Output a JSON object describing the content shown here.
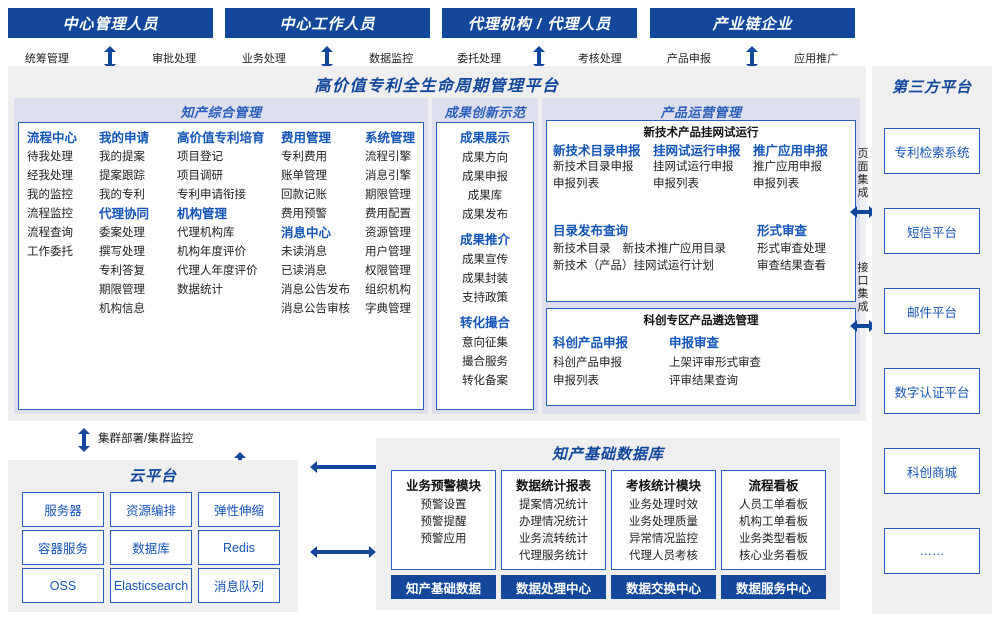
{
  "colors": {
    "brand_dark_blue": "#12479b",
    "accent_blue": "#2a5fba",
    "heading_blue": "#1455b8",
    "panel_gray": "#efefef",
    "section_header": "#dddeee"
  },
  "roles": [
    {
      "title": "中心管理人员",
      "left_action": "统筹管理",
      "right_action": "审批处理"
    },
    {
      "title": "中心工作人员",
      "left_action": "业务处理",
      "right_action": "数据监控"
    },
    {
      "title": "代理机构 / 代理人员",
      "left_action": "委托处理",
      "right_action": "考核处理"
    },
    {
      "title": "产业链企业",
      "left_action": "产品申报",
      "right_action": "应用推广"
    }
  ],
  "platform": {
    "title": "高价值专利全生命周期管理平台",
    "sections": {
      "comprehensive": {
        "title": "知产综合管理",
        "columns": [
          {
            "groups": [
              {
                "head": "流程中心",
                "items": [
                  "待我处理",
                  "经我处理",
                  "我的监控",
                  "流程监控",
                  "流程查询",
                  "工作委托"
                ]
              }
            ]
          },
          {
            "groups": [
              {
                "head": "我的申请",
                "items": [
                  "我的提案",
                  "提案跟踪",
                  "我的专利"
                ]
              },
              {
                "head": "代理协同",
                "items": [
                  "委案处理",
                  "撰写处理",
                  "专利答复",
                  "期限管理",
                  "机构信息"
                ]
              }
            ]
          },
          {
            "groups": [
              {
                "head": "高价值专利培育",
                "items": [
                  "项目登记",
                  "项目调研",
                  "专利申请衔接"
                ]
              },
              {
                "head": "机构管理",
                "items": [
                  "代理机构库",
                  "机构年度评价",
                  "代理人年度评价",
                  "数据统计"
                ]
              }
            ]
          },
          {
            "groups": [
              {
                "head": "费用管理",
                "items": [
                  "专利费用",
                  "账单管理",
                  "回款记账",
                  "费用预警"
                ]
              },
              {
                "head": "消息中心",
                "items": [
                  "未读消息",
                  "已读消息",
                  "消息公告发布",
                  "消息公告审核"
                ]
              }
            ]
          },
          {
            "groups": [
              {
                "head": "系统管理",
                "items": [
                  "流程引擎",
                  "消息引擎",
                  "期限管理",
                  "费用配置",
                  "资源管理",
                  "用户管理",
                  "权限管理",
                  "组织机构",
                  "字典管理"
                ]
              }
            ]
          }
        ]
      },
      "innovation": {
        "title": "成果创新示范",
        "groups": [
          {
            "head": "成果展示",
            "items": [
              "成果方向",
              "成果申报",
              "成果库",
              "成果发布"
            ]
          },
          {
            "head": "成果推介",
            "items": [
              "成果宣传",
              "成果封装",
              "支持政策"
            ]
          },
          {
            "head": "转化撮合",
            "items": [
              "意向征集",
              "撮合服务",
              "转化备案"
            ]
          }
        ]
      },
      "product_ops": {
        "title": "产品运营管理",
        "box1": {
          "title": "新技术产品挂网试运行",
          "row1": [
            {
              "head": "新技术目录申报",
              "items": [
                "新技术目录申报",
                "申报列表"
              ]
            },
            {
              "head": "挂网试运行申报",
              "items": [
                "挂网试运行申报",
                "申报列表"
              ]
            },
            {
              "head": "推广应用申报",
              "items": [
                "推广应用申报",
                "申报列表"
              ]
            }
          ],
          "row2_left": {
            "head": "目录发布查询",
            "items_line1": [
              "新技术目录",
              "新技术推广应用目录"
            ],
            "items_line2": [
              "新技术（产品）挂网试运行计划"
            ]
          },
          "row2_right": {
            "head": "形式审查",
            "items": [
              "形式审查处理",
              "审查结果查看"
            ]
          }
        },
        "box2": {
          "title": "科创专区产品遴选管理",
          "cols": [
            {
              "head": "科创产品申报",
              "items": [
                "科创产品申报",
                "申报列表"
              ]
            },
            {
              "head": "申报审查",
              "items": [
                "上架评审形式审查",
                "评审结果查询"
              ]
            }
          ]
        }
      }
    }
  },
  "third_party": {
    "title": "第三方平台",
    "integration_labels": [
      "页面集成",
      "接口集成"
    ],
    "items": [
      "专利检索系统",
      "短信平台",
      "邮件平台",
      "数字认证平台",
      "科创商城",
      "……"
    ]
  },
  "cloud": {
    "cluster_label": "集群部署/集群监控",
    "title": "云平台",
    "cells": [
      "服务器",
      "资源编排",
      "弹性伸缩",
      "容器服务",
      "数据库",
      "Redis",
      "OSS",
      "Elasticsearch",
      "消息队列"
    ]
  },
  "knowledge_db": {
    "title": "知产基础数据库",
    "columns": [
      {
        "head": "业务预警模块",
        "items": [
          "预警设置",
          "预警提醒",
          "预警应用"
        ],
        "bar": "知产基础数据"
      },
      {
        "head": "数据统计报表",
        "items": [
          "提案情况统计",
          "办理情况统计",
          "业务流转统计",
          "代理服务统计"
        ],
        "bar": "数据处理中心"
      },
      {
        "head": "考核统计模块",
        "items": [
          "业务处理时效",
          "业务处理质量",
          "异常情况监控",
          "代理人员考核"
        ],
        "bar": "数据交换中心"
      },
      {
        "head": "流程看板",
        "items": [
          "人员工单看板",
          "机构工单看板",
          "业务类型看板",
          "核心业务看板"
        ],
        "bar": "数据服务中心"
      }
    ]
  }
}
